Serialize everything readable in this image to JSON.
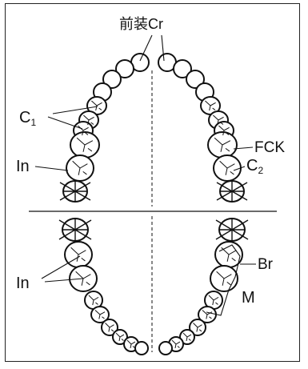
{
  "labels": {
    "anterior_crown": "前装Cr",
    "c1": "C",
    "c1_sub": "1",
    "in_upper": "In",
    "fck": "FCK",
    "c2": "C",
    "c2_sub": "2",
    "br": "Br",
    "in_lower": "In",
    "m": "M"
  }
}
